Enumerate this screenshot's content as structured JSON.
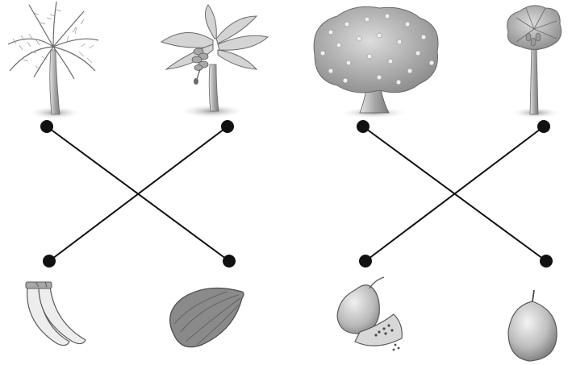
{
  "trees": [
    {
      "name": "coconut-palm-tree"
    },
    {
      "name": "banana-plant"
    },
    {
      "name": "mango-tree"
    },
    {
      "name": "papaya-tree"
    }
  ],
  "fruits": [
    {
      "name": "banana-bunch"
    },
    {
      "name": "coconut"
    },
    {
      "name": "papaya"
    },
    {
      "name": "mango"
    }
  ],
  "matches": [
    {
      "tree": "coconut-palm-tree",
      "fruit": "coconut"
    },
    {
      "tree": "banana-plant",
      "fruit": "banana-bunch"
    },
    {
      "tree": "mango-tree",
      "fruit": "mango"
    },
    {
      "tree": "papaya-tree",
      "fruit": "papaya"
    }
  ],
  "colors": {
    "line": "#111111",
    "dot": "#111111",
    "ink": "#4a4a4a",
    "fill": "#bdbdbd"
  }
}
